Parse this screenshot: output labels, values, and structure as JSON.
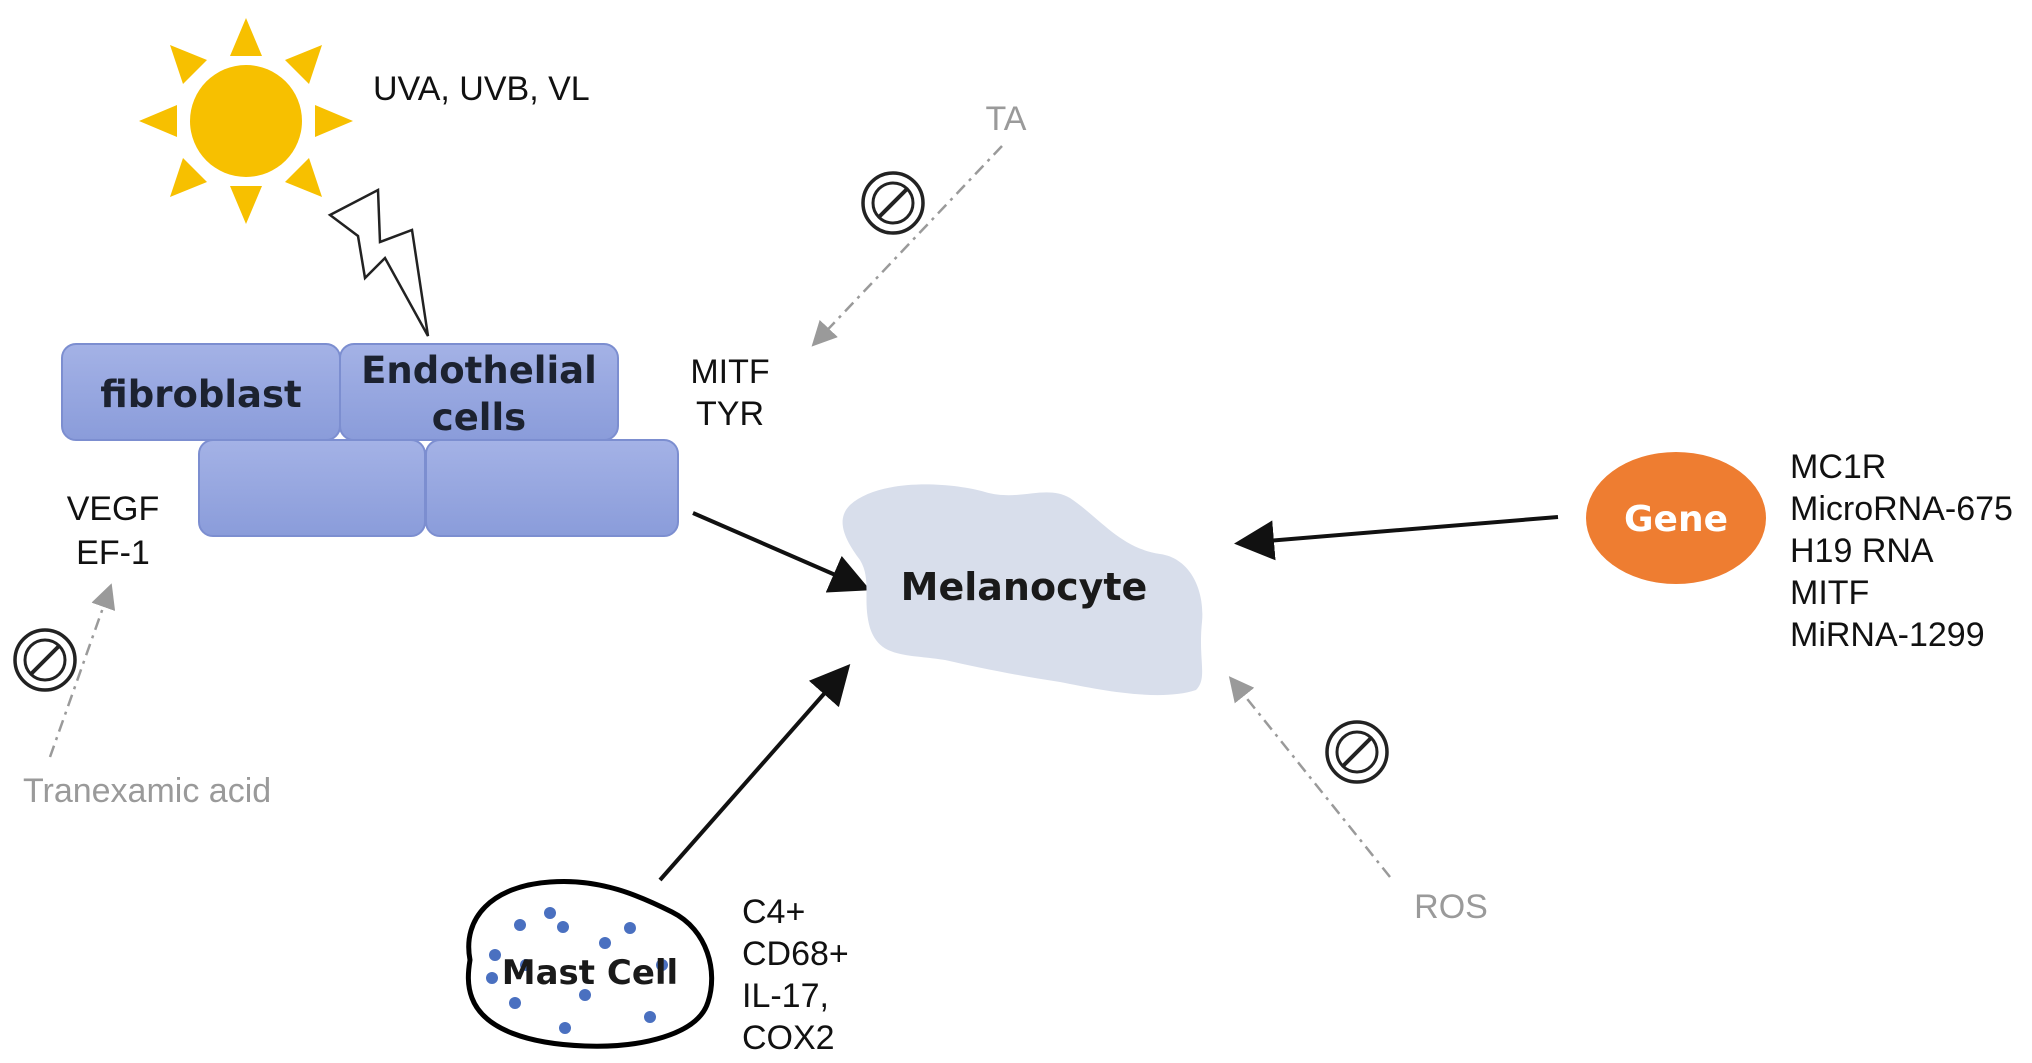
{
  "light": {
    "label": "UVA, UVB, VL"
  },
  "tissue": {
    "fibroblast": "fibroblast",
    "endothelial_line1": "Endothelial",
    "endothelial_line2": "cells",
    "factors": [
      "VEGF",
      "EF-1"
    ]
  },
  "melanocyte": {
    "label": "Melanocyte",
    "markers": [
      "MITF",
      "TYR"
    ]
  },
  "inhibitors": {
    "ta": "TA",
    "tranexamic": "Tranexamic acid",
    "ros": "ROS"
  },
  "gene": {
    "label": "Gene",
    "items": [
      "MC1R",
      "MicroRNA-675",
      "H19 RNA",
      "MITF",
      "MiRNA-1299"
    ]
  },
  "mast_cell": {
    "label": "Mast Cell",
    "items": [
      "C4+",
      "CD68+",
      "IL-17,",
      "COX2"
    ]
  },
  "colors": {
    "sun": "#F7C000",
    "cell_fill": "#8E9FDB",
    "melanocyte_fill": "#D8DEEB",
    "gene_fill": "#EE7D31",
    "granule": "#4A70C0",
    "inhibitor_line": "#9a9a9a"
  }
}
